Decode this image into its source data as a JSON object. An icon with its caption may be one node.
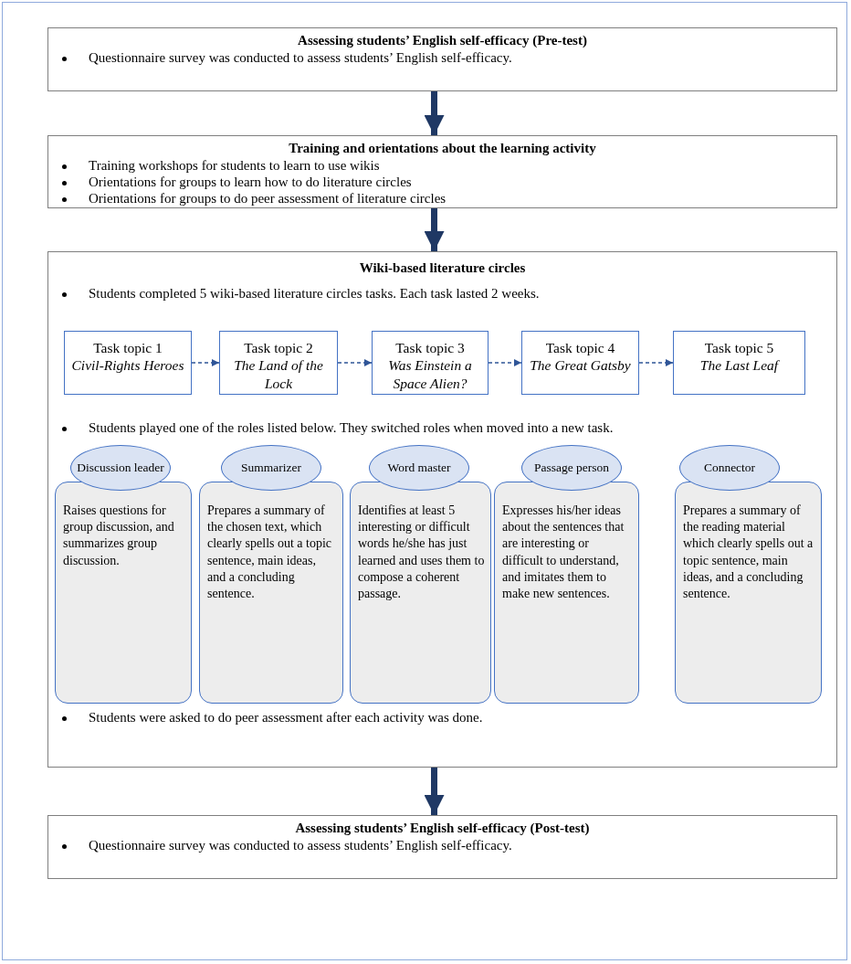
{
  "diagram": {
    "nodes": [
      {
        "text": [
          "Assessing students’ English self-efficacy (Pre-test)",
          "Questionnaire survey was conducted to assess students’ English self-efficacy."
        ]
      },
      {
        "text": [
          "Training and orientations about the learning activity",
          "Training workshops for students to learn to use wikis",
          "Orientations for groups to learn how to do literature circles",
          "Orientations for groups to do peer assessment of literature circles"
        ]
      },
      {
        "text": [
          "Wiki-based literature circles",
          "Students completed 5 wiki-based literature circles tasks. Each task lasted 2 weeks.",
          "Students played one of the roles listed below. They switched roles when moved into a new task.",
          "Students were asked to do peer assessment after each activity was done."
        ]
      },
      {
        "text": [
          "Task topic 1",
          "Civil-Rights Heroes"
        ],
        "in": 2
      },
      {
        "text": [
          "Task topic 2",
          "The Land of the Lock"
        ],
        "in": 2
      },
      {
        "text": [
          "Task topic 3",
          "Was Einstein a Space Alien?"
        ],
        "in": 2
      },
      {
        "text": [
          "Task topic 4",
          "The Great Gatsby"
        ],
        "in": 2
      },
      {
        "text": [
          "Task topic 5",
          "The Last Leaf"
        ],
        "in": 2
      },
      {
        "text": [
          "Discussion leader"
        ],
        "in": 2
      },
      {
        "text": [
          "Summarizer"
        ],
        "in": 2
      },
      {
        "text": [
          "Word master"
        ],
        "in": 2
      },
      {
        "text": [
          "Passage person"
        ],
        "in": 2
      },
      {
        "text": [
          "Connector"
        ],
        "in": 2
      },
      {
        "text": [
          "Raises questions for group discussion, and summarizes group discussion."
        ],
        "in": 2
      },
      {
        "text": [
          "Prepares a summary of the chosen text, which clearly spells out a topic sentence, main ideas, and a concluding sentence."
        ],
        "in": 2
      },
      {
        "text": [
          "Identifies at least 5 interesting or difficult words he/she has just learned and uses them to compose a coherent passage."
        ],
        "in": 2
      },
      {
        "text": [
          "Expresses his/her ideas about the sentences that are interesting or difficult to understand, and imitates them to make new sentences."
        ],
        "in": 2
      },
      {
        "text": [
          "Prepares a summary of the reading material which clearly spells out a topic sentence, main ideas, and a concluding sentence."
        ],
        "in": 2
      },
      {
        "text": [
          "Assessing students’ English self-efficacy (Post-test)",
          "Questionnaire survey was conducted to assess students’ English self-efficacy."
        ]
      }
    ],
    "edges": [
      {
        "from": 0,
        "to": 1,
        "arrow": "to",
        "style": "thick",
        "color": "#1f3864"
      },
      {
        "from": 1,
        "to": 2,
        "arrow": "to",
        "style": "thick",
        "color": "#1f3864"
      },
      {
        "from": 3,
        "to": 4,
        "arrow": "to",
        "style": "dashed"
      },
      {
        "from": 4,
        "to": 5,
        "arrow": "to",
        "style": "dashed"
      },
      {
        "from": 5,
        "to": 6,
        "arrow": "to",
        "style": "dashed"
      },
      {
        "from": 6,
        "to": 7,
        "arrow": "to",
        "style": "dashed"
      },
      {
        "from": 2,
        "to": 18,
        "arrow": "to",
        "style": "thick",
        "color": "#1f3864"
      }
    ]
  }
}
